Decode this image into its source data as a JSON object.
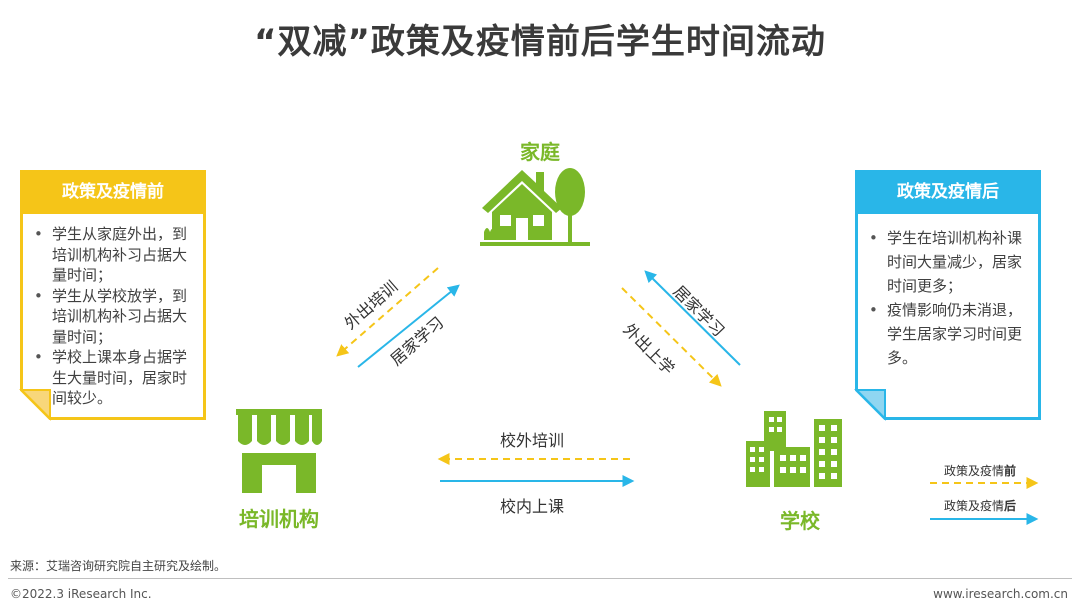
{
  "title": "“双减”政策及疫情前后学生时间流动",
  "nodes": {
    "home": "家庭",
    "training": "培训机构",
    "school": "学校"
  },
  "before_panel": {
    "header": "政策及疫情前",
    "items": [
      "学生从家庭外出，到培训机构补习占据大量时间；",
      "学生从学校放学，到培训机构补习占据大量时间；",
      "学校上课本身占据学生大量时间，居家时间较少。"
    ]
  },
  "after_panel": {
    "header": "政策及疫情后",
    "items": [
      "学生在培训机构补课时间大量减少，居家时间更多；",
      "疫情影响仍未消退，学生居家学习时间更多。"
    ]
  },
  "flows": {
    "home_training_before": "外出培训",
    "home_training_after": "居家学习",
    "school_home_after": "居家学习",
    "school_home_before": "外出上学",
    "school_training_before": "校外培训",
    "school_training_after": "校内上课"
  },
  "legend": {
    "before_prefix": "政策及疫情",
    "before_suffix": "前",
    "after_prefix": "政策及疫情",
    "after_suffix": "后"
  },
  "colors": {
    "before": "#f5c518",
    "after": "#29b6e8",
    "green": "#7ab829"
  },
  "footer": {
    "source": "来源：艾瑞咨询研究院自主研究及绘制。",
    "copyright": "©2022.3 iResearch Inc.",
    "website": "www.iresearch.com.cn"
  }
}
